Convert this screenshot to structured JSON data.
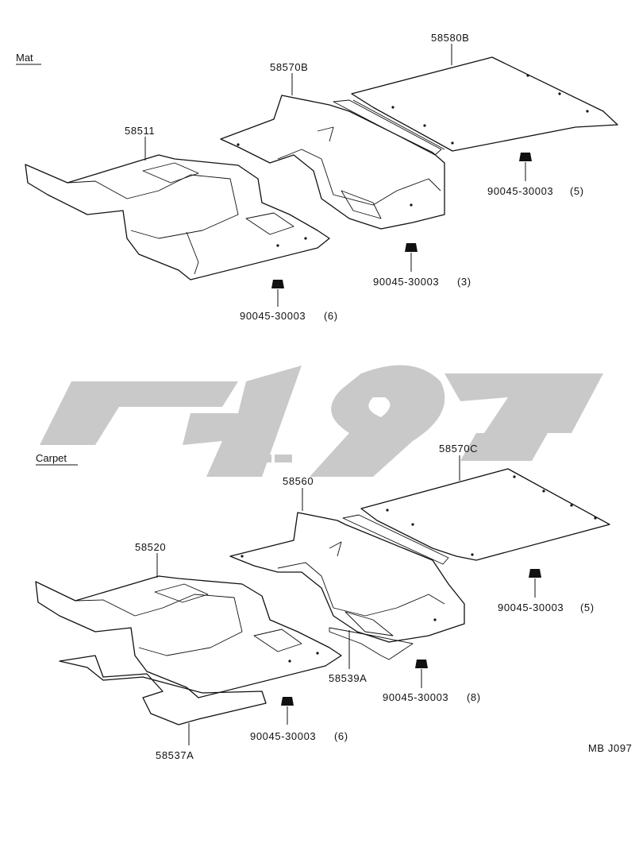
{
  "sections": {
    "mat": "Mat",
    "carpet": "Carpet"
  },
  "parts": {
    "p58580B": "58580B",
    "p58570B": "58570B",
    "p58511": "58511",
    "p58570C": "58570C",
    "p58560": "58560",
    "p58520": "58520",
    "p58539A": "58539A",
    "p58537A": "58537A"
  },
  "clips": {
    "mat_rear": {
      "code": "90045-30003",
      "qty": "(5)"
    },
    "mat_middle": {
      "code": "90045-30003",
      "qty": "(3)"
    },
    "mat_front": {
      "code": "90045-30003",
      "qty": "(6)"
    },
    "carpet_rear": {
      "code": "90045-30003",
      "qty": "(5)"
    },
    "carpet_middle": {
      "code": "90045-30003",
      "qty": "(8)"
    },
    "carpet_front": {
      "code": "90045-30003",
      "qty": "(6)"
    }
  },
  "figure_code": "MB J097",
  "watermark": {
    "color": "#c9c9c9",
    "description": "grey Persian-script logo"
  }
}
